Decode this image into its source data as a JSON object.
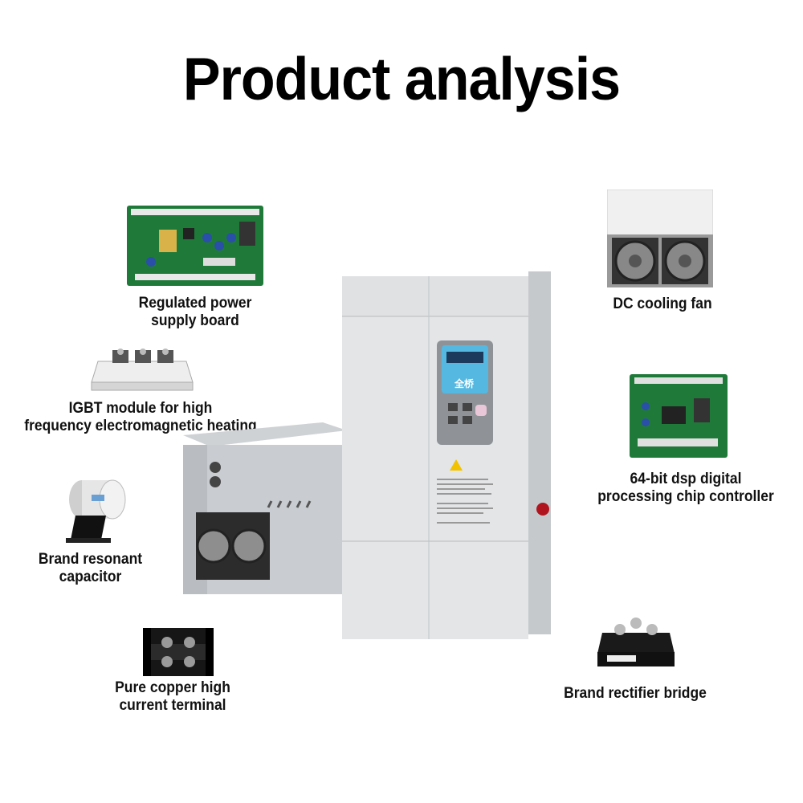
{
  "title": "Product analysis",
  "components": {
    "power_board": {
      "line1": "Regulated power",
      "line2": "supply board"
    },
    "igbt_module": {
      "line1": "IGBT module for high",
      "line2": "frequency electromagnetic heating"
    },
    "capacitor": {
      "line1": "Brand resonant",
      "line2": "capacitor"
    },
    "terminal": {
      "line1": "Pure copper high",
      "line2": "current terminal"
    },
    "cooling_fan": {
      "line1": "DC cooling fan"
    },
    "dsp_controller": {
      "line1": "64-bit dsp digital",
      "line2": "processing chip controller"
    },
    "rectifier": {
      "line1": "Brand rectifier bridge"
    }
  },
  "device": {
    "panel_text": "全桥"
  },
  "colors": {
    "pcb_green": "#1f7a3a",
    "cabinet": "#d9dcdf",
    "panel_blue": "#55b8e0"
  }
}
